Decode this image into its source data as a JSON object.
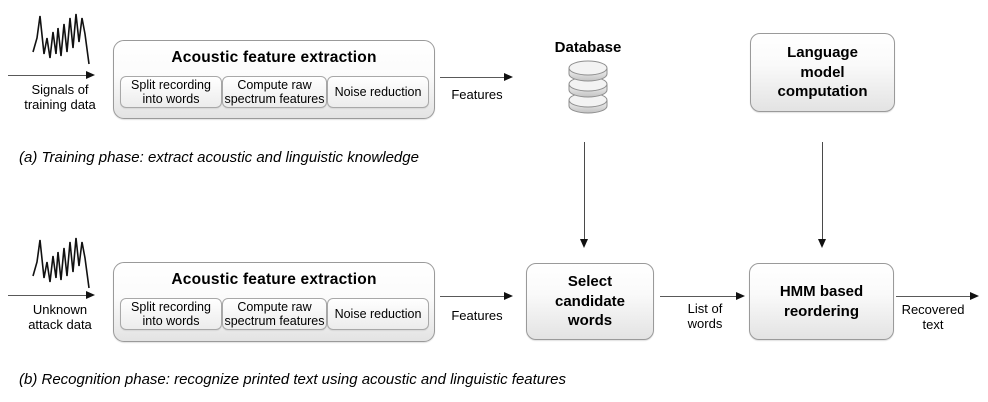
{
  "phase_a": {
    "source_label": "Signals of\ntraining data",
    "extraction": {
      "title": "Acoustic feature extraction",
      "steps": [
        "Split recording\ninto words",
        "Compute raw\nspectrum features",
        "Noise reduction"
      ]
    },
    "features_label": "Features",
    "database": {
      "label": "Database",
      "icon": "database-icon"
    },
    "language_model_label": "Language\nmodel\ncomputation",
    "caption": "(a) Training phase: extract acoustic and linguistic knowledge"
  },
  "phase_b": {
    "source_label": "Unknown\nattack data",
    "extraction": {
      "title": "Acoustic feature extraction",
      "steps": [
        "Split recording\ninto words",
        "Compute raw\nspectrum features",
        "Noise reduction"
      ]
    },
    "features_label": "Features",
    "select_candidate_label": "Select\ncandidate\nwords",
    "list_of_words_label": "List of\nwords",
    "hmm_label": "HMM based\nreordering",
    "recovered_label": "Recovered\ntext",
    "caption": "(b) Recognition phase: recognize printed text using acoustic and linguistic features"
  },
  "icons": {
    "source_signal": "waveform-icon",
    "database": "database-icon"
  },
  "colors": {
    "background": "#ffffff",
    "box_border": "#9a9a9a",
    "box_fill_top": "#ffffff",
    "box_fill_bottom": "#e3e3e3",
    "arrow_line": "#595959",
    "arrow_head": "#111111",
    "text": "#000000"
  }
}
